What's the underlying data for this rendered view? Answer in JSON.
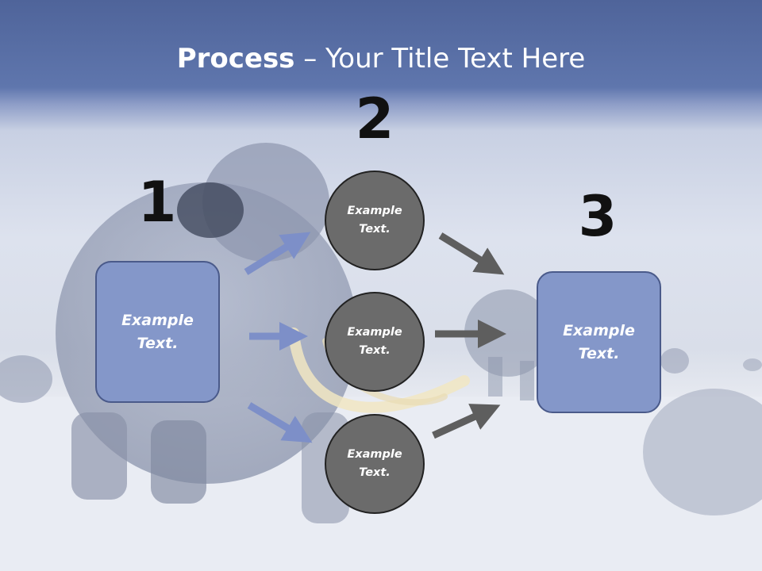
{
  "title": {
    "bold": "Process",
    "rest": " – Your Title Text Here"
  },
  "steps": [
    {
      "number": "1",
      "label": "Example Text."
    },
    {
      "number": "2",
      "items": [
        "Example Text.",
        "Example Text.",
        "Example Text."
      ]
    },
    {
      "number": "3",
      "label": "Example Text."
    }
  ],
  "colors": {
    "header": "#5f76ad",
    "box_fill": "#8497c9",
    "circle_fill": "#6b6b6b",
    "blue_arrow": "#7d8fc8",
    "gray_arrow": "#5e5e5e"
  },
  "background": {
    "subject": "woolly-mammoths-snowy-landscape"
  }
}
